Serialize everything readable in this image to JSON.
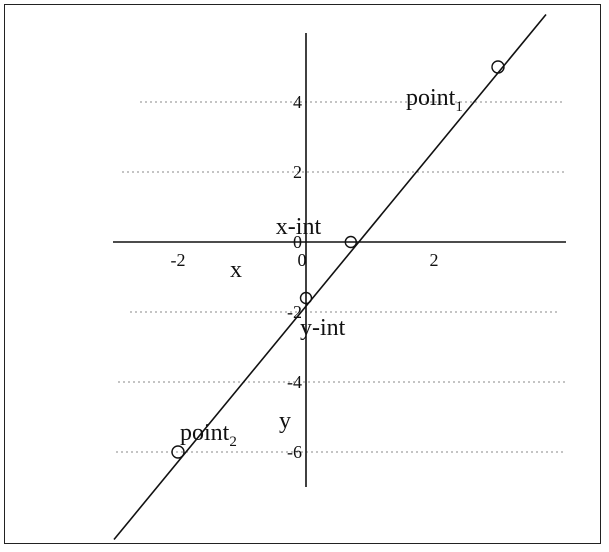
{
  "chart_data": {
    "type": "line",
    "xlabel": "x",
    "ylabel": "y",
    "xlim": [
      -3.2,
      4.0
    ],
    "ylim": [
      -7.2,
      6.2
    ],
    "x_ticks": [
      -2,
      0,
      2
    ],
    "y_ticks": [
      -6,
      -4,
      -2,
      0,
      2,
      4
    ],
    "grid": "horizontal dotted",
    "line": {
      "x": [
        -3.0,
        3.75
      ],
      "y": [
        -8.5,
        6.5
      ]
    },
    "points": [
      {
        "name": "point",
        "subscript": "1",
        "x": 3.0,
        "y": 5.0
      },
      {
        "name": "point",
        "subscript": "2",
        "x": -2.0,
        "y": -6.0
      }
    ],
    "intercepts": [
      {
        "label": "x-int",
        "x": 0.7,
        "y": 0
      },
      {
        "label": "y-int",
        "x": 0,
        "y": -1.6
      }
    ],
    "colors": {
      "line": "#111111",
      "grid": "#888888",
      "axis": "#111111"
    }
  }
}
